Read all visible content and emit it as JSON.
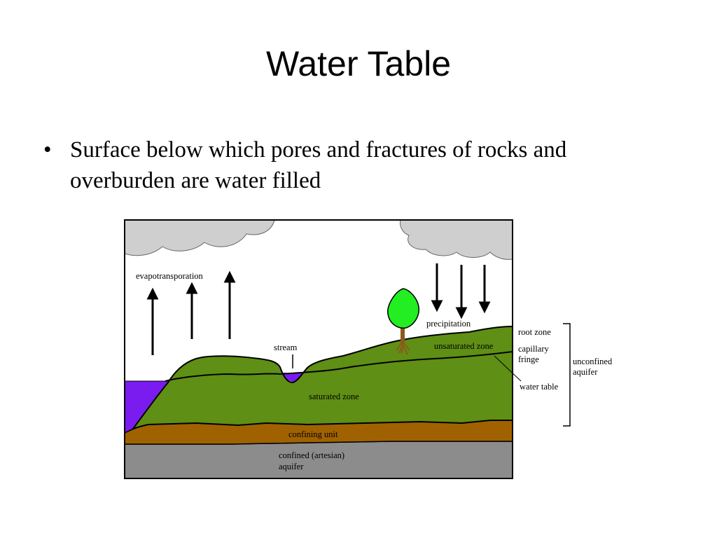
{
  "slide": {
    "title": "Water Table",
    "bullets": [
      "Surface below which pores and fractures of rocks and overburden are water filled"
    ]
  },
  "diagram": {
    "labels": {
      "evapotranspiration": "evapotransporation",
      "stream": "stream",
      "precipitation": "precipitation",
      "unsaturated_zone": "unsaturated zone",
      "saturated_zone": "saturated zone",
      "confining_unit": "confining unit",
      "confined_aquifer_line1": "confined (artesian)",
      "confined_aquifer_line2": "aquifer",
      "root_zone": "root zone",
      "capillary_fringe_line1": "capillary",
      "capillary_fringe_line2": "fringe",
      "water_table": "water table",
      "unconfined_aquifer_line1": "unconfined",
      "unconfined_aquifer_line2": "aquifer"
    },
    "colors": {
      "cloud": "#cfcfcf",
      "water": "#7a1cf0",
      "soil": "#5f8f14",
      "confining_unit": "#a06200",
      "confined_aquifer": "#8c8c8c",
      "tree_crown": "#22ee22",
      "tree_trunk": "#8a5a1a"
    }
  }
}
